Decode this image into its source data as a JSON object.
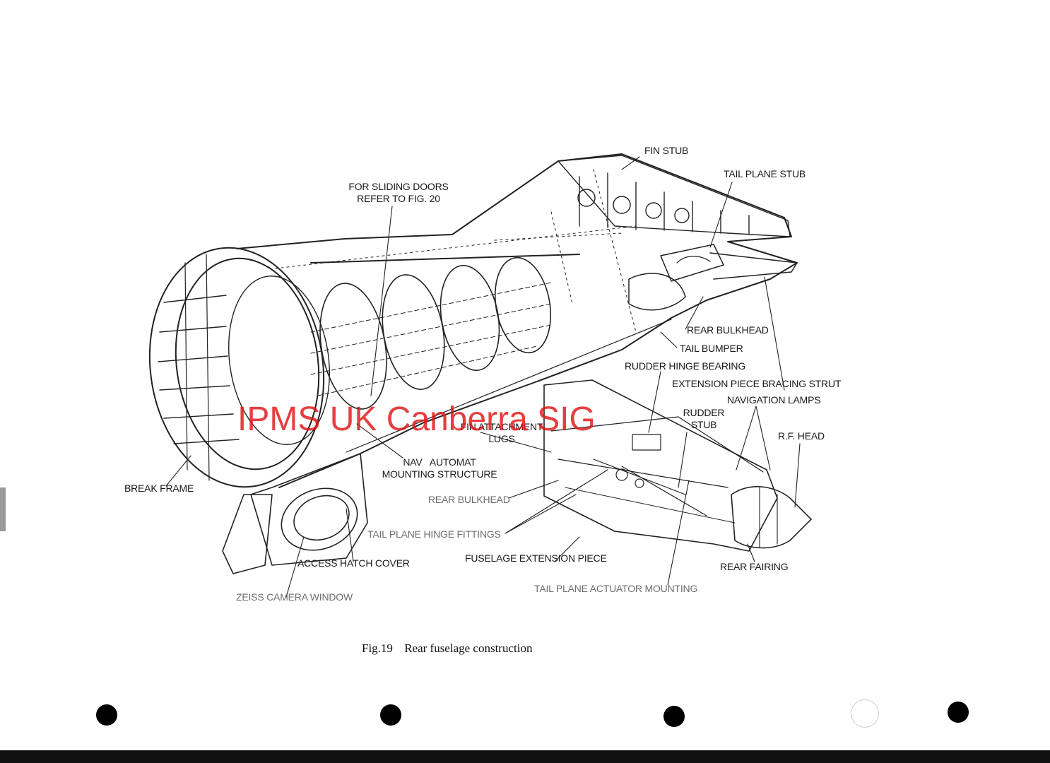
{
  "labels": {
    "fin_stub": "FIN STUB",
    "tail_plane_stub": "TAIL PLANE STUB",
    "sliding_doors_1": "FOR SLIDING DOORS",
    "sliding_doors_2": "REFER TO FIG. 20",
    "rear_bulkhead_upper": "REAR BULKHEAD",
    "tail_bumper": "TAIL BUMPER",
    "rudder_hinge_bearing": "RUDDER HINGE BEARING",
    "extension_strut": "EXTENSION PIECE BRACING STRUT",
    "navigation_lamps": "NAVIGATION LAMPS",
    "rudder_stub_1": "RUDDER",
    "rudder_stub_2": "STUB",
    "rf_head": "R.F. HEAD",
    "fin_lugs_1": "FIN ATTACHMENT",
    "fin_lugs_2": "LUGS",
    "nav_automat_1": "NAV   AUTOMAT",
    "nav_automat_2": "MOUNTING STRUCTURE",
    "break_frame": "BREAK FRAME",
    "rear_bulkhead_lower": "REAR BULKHEAD",
    "tail_plane_hinge": "TAIL PLANE HINGE FITTINGS",
    "fuselage_extension": "FUSELAGE EXTENSION PIECE",
    "access_hatch": "ACCESS HATCH COVER",
    "rear_fairing": "REAR FAIRING",
    "tail_plane_actuator": "TAIL PLANE ACTUATOR MOUNTING",
    "zeiss_window": "ZEISS CAMERA WINDOW"
  },
  "caption": {
    "number": "Fig.19",
    "title": "Rear fuselage construction"
  },
  "watermark": "IPMS UK Canberra SIG",
  "colors": {
    "ink": "#1a1a1a",
    "faint_ink": "#6e6e6e",
    "watermark": "#e11414",
    "paper": "#ffffff"
  }
}
